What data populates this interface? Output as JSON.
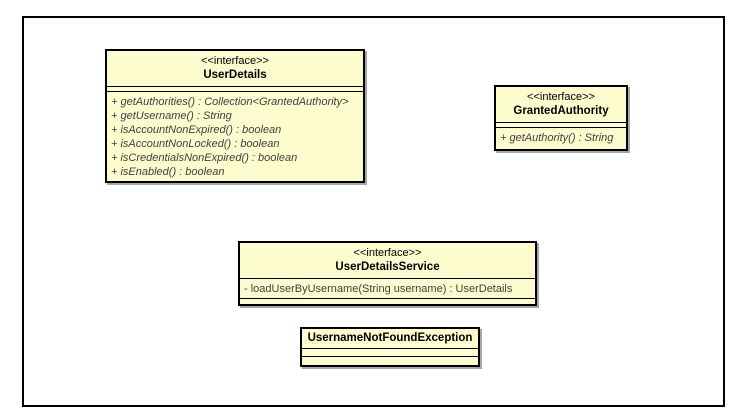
{
  "diagram": {
    "type": "uml-class-diagram",
    "colors": {
      "background": "#FFFFFF",
      "frame_border": "#000000",
      "box_fill": "#FCFCCE",
      "box_border": "#000000",
      "box_shadow": "#A6A6A6",
      "member_text": "#3F3F3F"
    },
    "classes": [
      {
        "stereotype": "<<interface>>",
        "name": "UserDetails",
        "members": [
          "+ getAuthorities() : Collection<GrantedAuthority>",
          "+ getUsername() : String",
          "+ isAccountNonExpired() : boolean",
          "+ isAccountNonLocked() : boolean",
          "+ isCredentialsNonExpired() : boolean",
          "+ isEnabled() : boolean"
        ]
      },
      {
        "stereotype": "<<interface>>",
        "name": "GrantedAuthority",
        "members": [
          "+ getAuthority() : String"
        ]
      },
      {
        "stereotype": "<<interface>>",
        "name": "UserDetailsService",
        "members": [
          "- loadUserByUsername(String username) : UserDetails"
        ]
      },
      {
        "stereotype": "",
        "name": "UsernameNotFoundException",
        "members": []
      }
    ]
  }
}
